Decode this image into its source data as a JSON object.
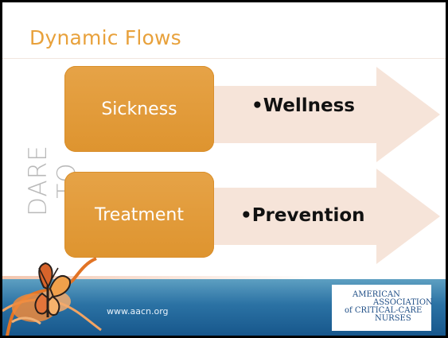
{
  "slide": {
    "title": "Dynamic Flows",
    "side_label": "DARE TO",
    "rows": [
      {
        "box_label": "Sickness",
        "bullet": "•",
        "text": "Wellness"
      },
      {
        "box_label": "Treatment",
        "bullet": "•",
        "text": "Prevention"
      }
    ],
    "footer": {
      "url": "www.aacn.org",
      "logo_lines": [
        "AMERICAN",
        "ASSOCIATION",
        "of CRITICAL-CARE",
        "NURSES"
      ]
    }
  },
  "colors": {
    "accent_orange": "#e6a347",
    "arrow_fill": "#f6e4d9",
    "footer_blue": "#2b72a4"
  },
  "icons": [
    "butterfly-graphic"
  ]
}
